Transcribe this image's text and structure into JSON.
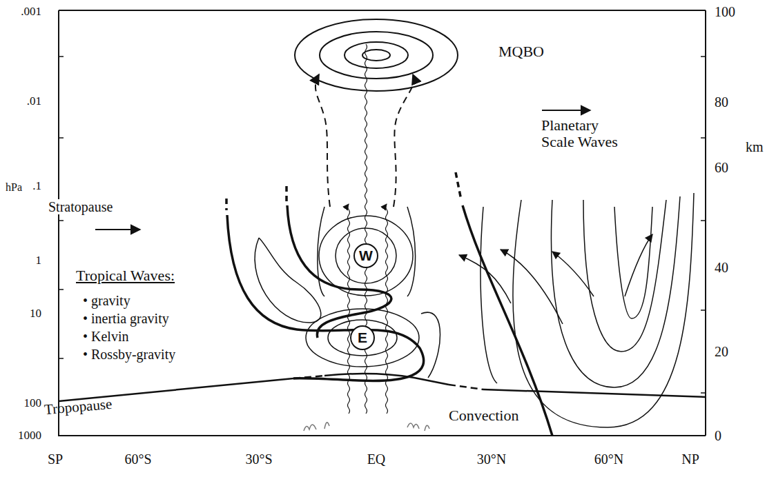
{
  "diagram": {
    "nodes": [
      {
        "text": [
          "W"
        ]
      },
      {
        "text": [
          "E"
        ]
      }
    ],
    "labels": [
      ".001",
      ".01",
      ".1",
      "hPa",
      "1",
      "10",
      "100",
      "1000",
      "100",
      "80",
      "60",
      "km",
      "40",
      "20",
      "0",
      "SP",
      "60°S",
      "30°S",
      "EQ",
      "30°N",
      "60°N",
      "NP",
      "MQBO",
      "Planetary Scale Waves",
      "Stratopause",
      "Tropical Waves:",
      "• gravity",
      "• inertia gravity",
      "• Kelvin",
      "• Rossby-gravity",
      "Tropopause",
      "Convection"
    ]
  }
}
